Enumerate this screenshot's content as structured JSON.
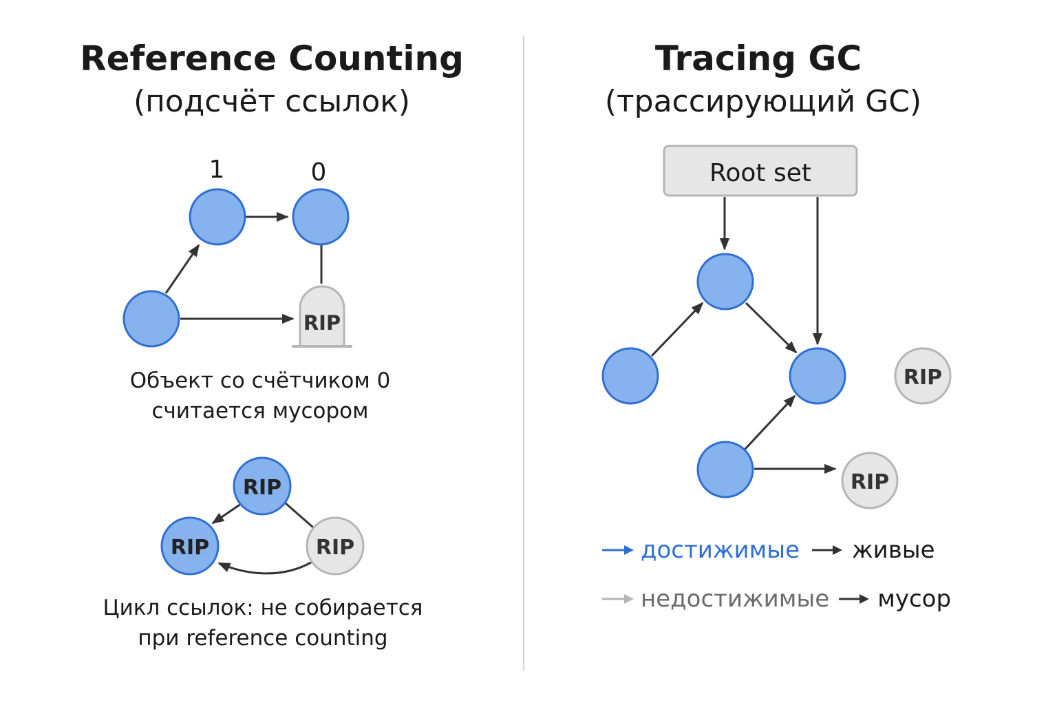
{
  "left_panel": {
    "title": "Reference Counting",
    "subtitle": "(подсчёт ссылок)",
    "counts": [
      "1",
      "0"
    ],
    "caption1": [
      "Объект со счётчиком 0",
      "считается мусором"
    ],
    "caption2": [
      "Цикл ссылок: не собирается",
      "при reference counting"
    ]
  },
  "right_panel": {
    "title": "Tracing GC",
    "subtitle": "(трассирующий GC)",
    "root_label": "Root set",
    "legend": [
      {
        "label": "достижимые",
        "result": "живые",
        "color": "#2f6fd1"
      },
      {
        "label": "недостижимые",
        "result": "мусор",
        "color": "#6b6b6b"
      }
    ]
  },
  "rip_label": "RIP",
  "colors": {
    "node_fill": "#86b3ee",
    "node_stroke": "#2f6fd1",
    "dead_fill": "#e6e6e6",
    "dead_stroke": "#b5b5b5",
    "arrow": "#333333"
  }
}
